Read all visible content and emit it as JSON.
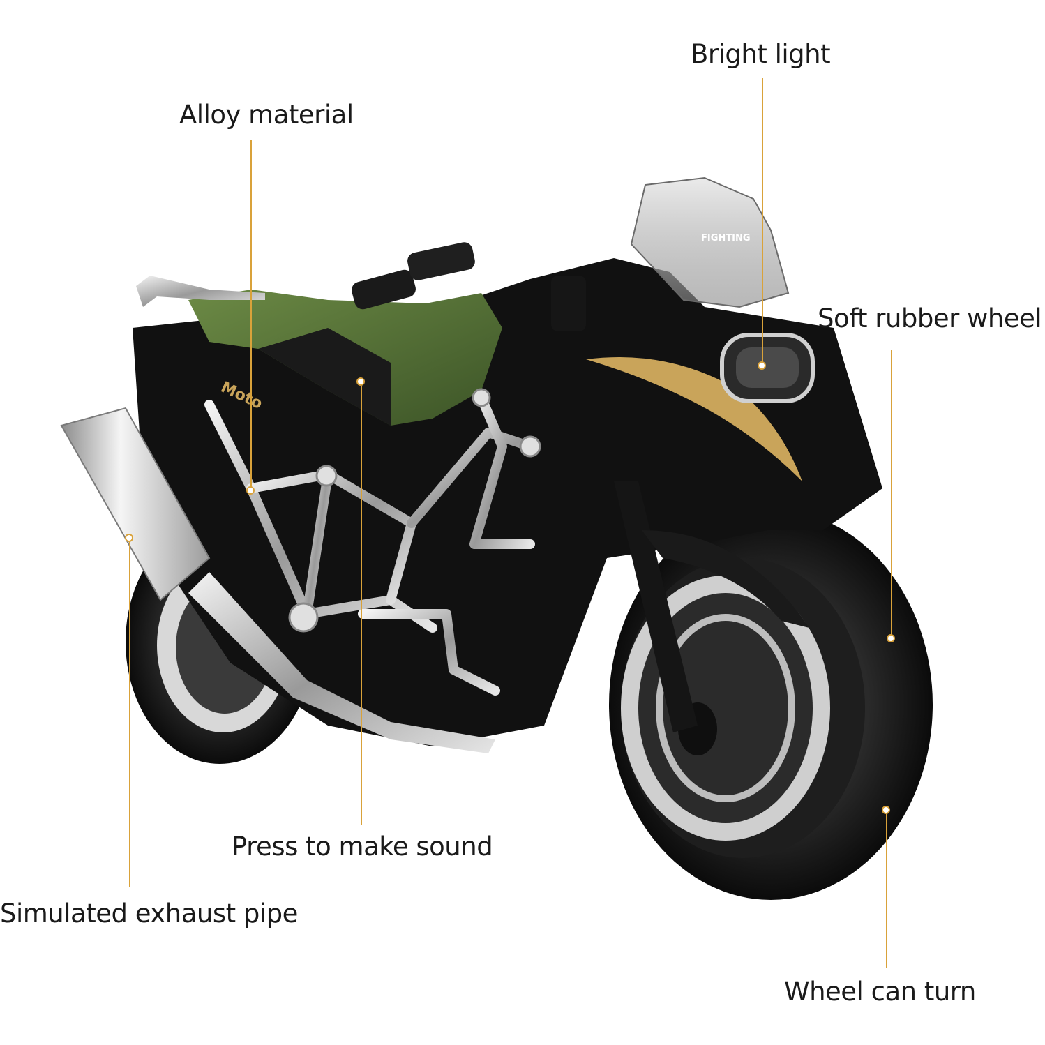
{
  "callouts": {
    "bright_light": "Bright light",
    "alloy_material": "Alloy material",
    "soft_rubber_wheel": "Soft rubber wheel",
    "press_to_make_sound": "Press to make sound",
    "simulated_exhaust_pipe": "Simulated exhaust pipe",
    "wheel_can_turn": "Wheel can turn"
  },
  "product": {
    "tank_text": "Moto",
    "windscreen_text": "FIGHTING"
  },
  "colors": {
    "accent_line": "#d9a23a",
    "body_black": "#111111",
    "tank_green": "#4e6a32",
    "chrome": "#c8c8c8",
    "gold_stripe": "#c9a45a"
  }
}
